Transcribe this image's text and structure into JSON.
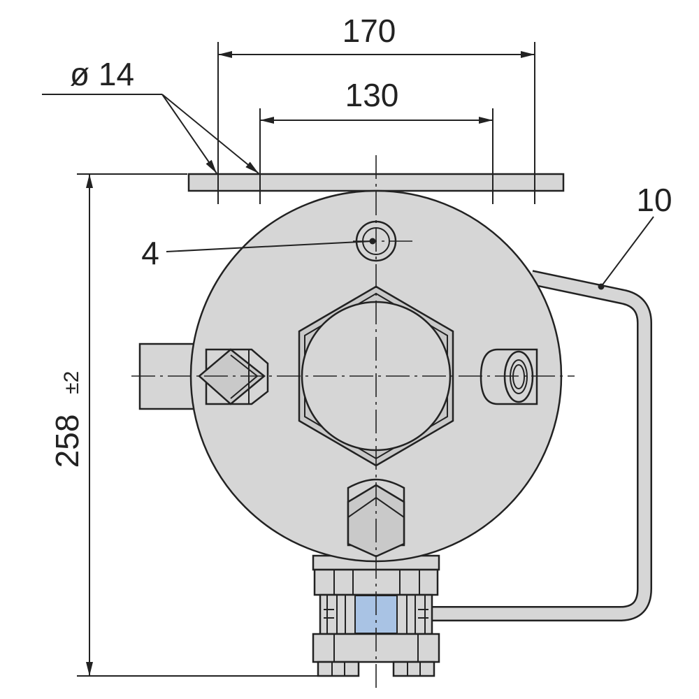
{
  "dimensions": {
    "hole_diameter": "ø 14",
    "outer_hole_spacing": "170",
    "inner_hole_spacing": "130",
    "overall_height": "258",
    "overall_height_tolerance": "±2"
  },
  "callouts": {
    "item_4": "4",
    "item_10": "10"
  },
  "colors": {
    "line": "#222222",
    "body_fill": "#d6d6d6",
    "sight_glass": "#a9c3e4"
  }
}
